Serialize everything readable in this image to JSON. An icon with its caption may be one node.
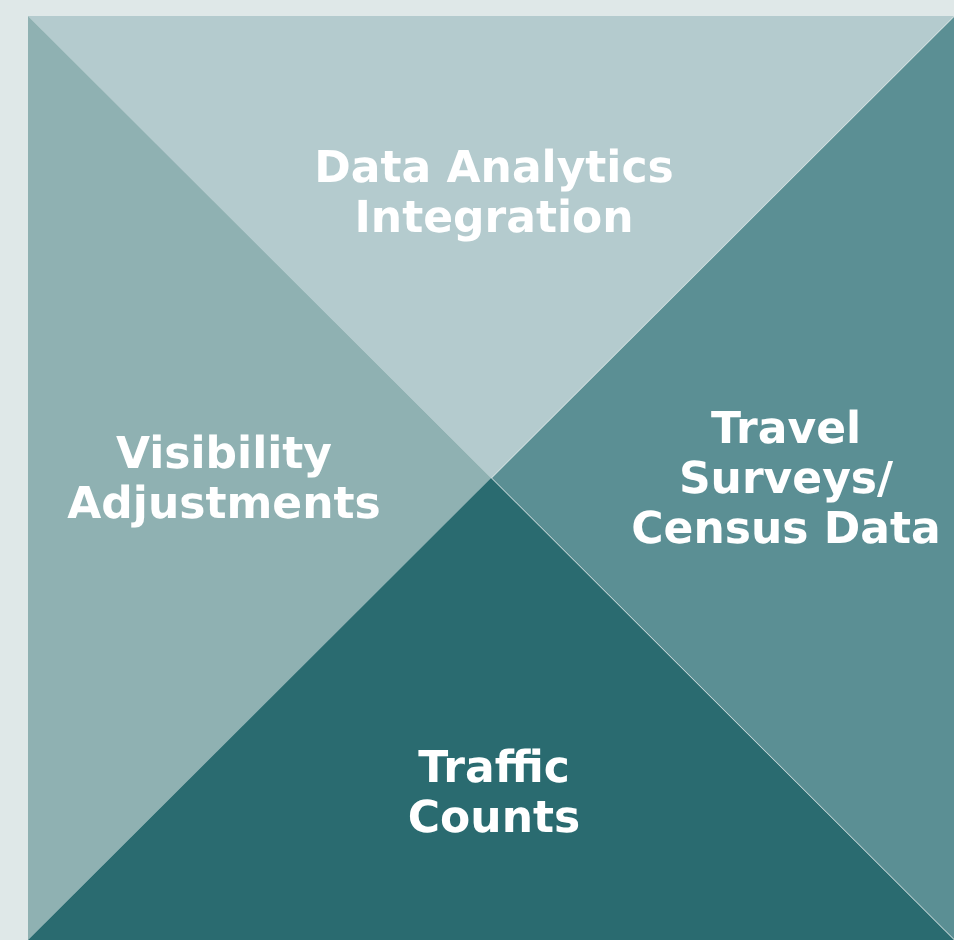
{
  "diagram": {
    "nodes": [
      {
        "text": [
          "Data Analytics Integration"
        ]
      },
      {
        "text": [
          "Visibility Adjustments"
        ]
      },
      {
        "text": [
          "Travel Surveys/ Census Data"
        ]
      },
      {
        "text": [
          "Traffic Counts"
        ]
      }
    ]
  }
}
